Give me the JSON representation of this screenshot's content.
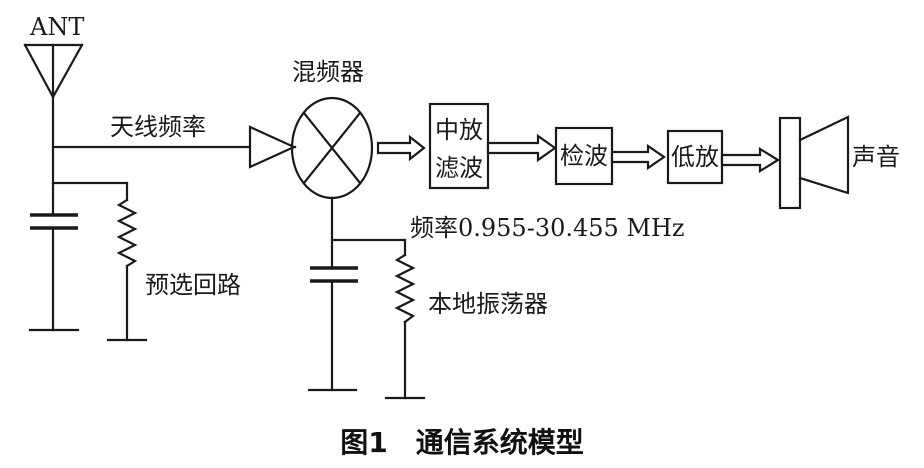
{
  "labels": {
    "antenna": "ANT",
    "mixer": "混频器",
    "antenna_freq": "天线频率",
    "if_amp_line1": "中放",
    "if_amp_line2": "滤波",
    "detector": "检波",
    "lf_amp": "低放",
    "speaker": "声音",
    "lo_freq": "频率0.955-30.455 MHz",
    "preselect": "预选回路",
    "local_osc": "本地振荡器"
  },
  "caption": "图1　通信系统模型"
}
